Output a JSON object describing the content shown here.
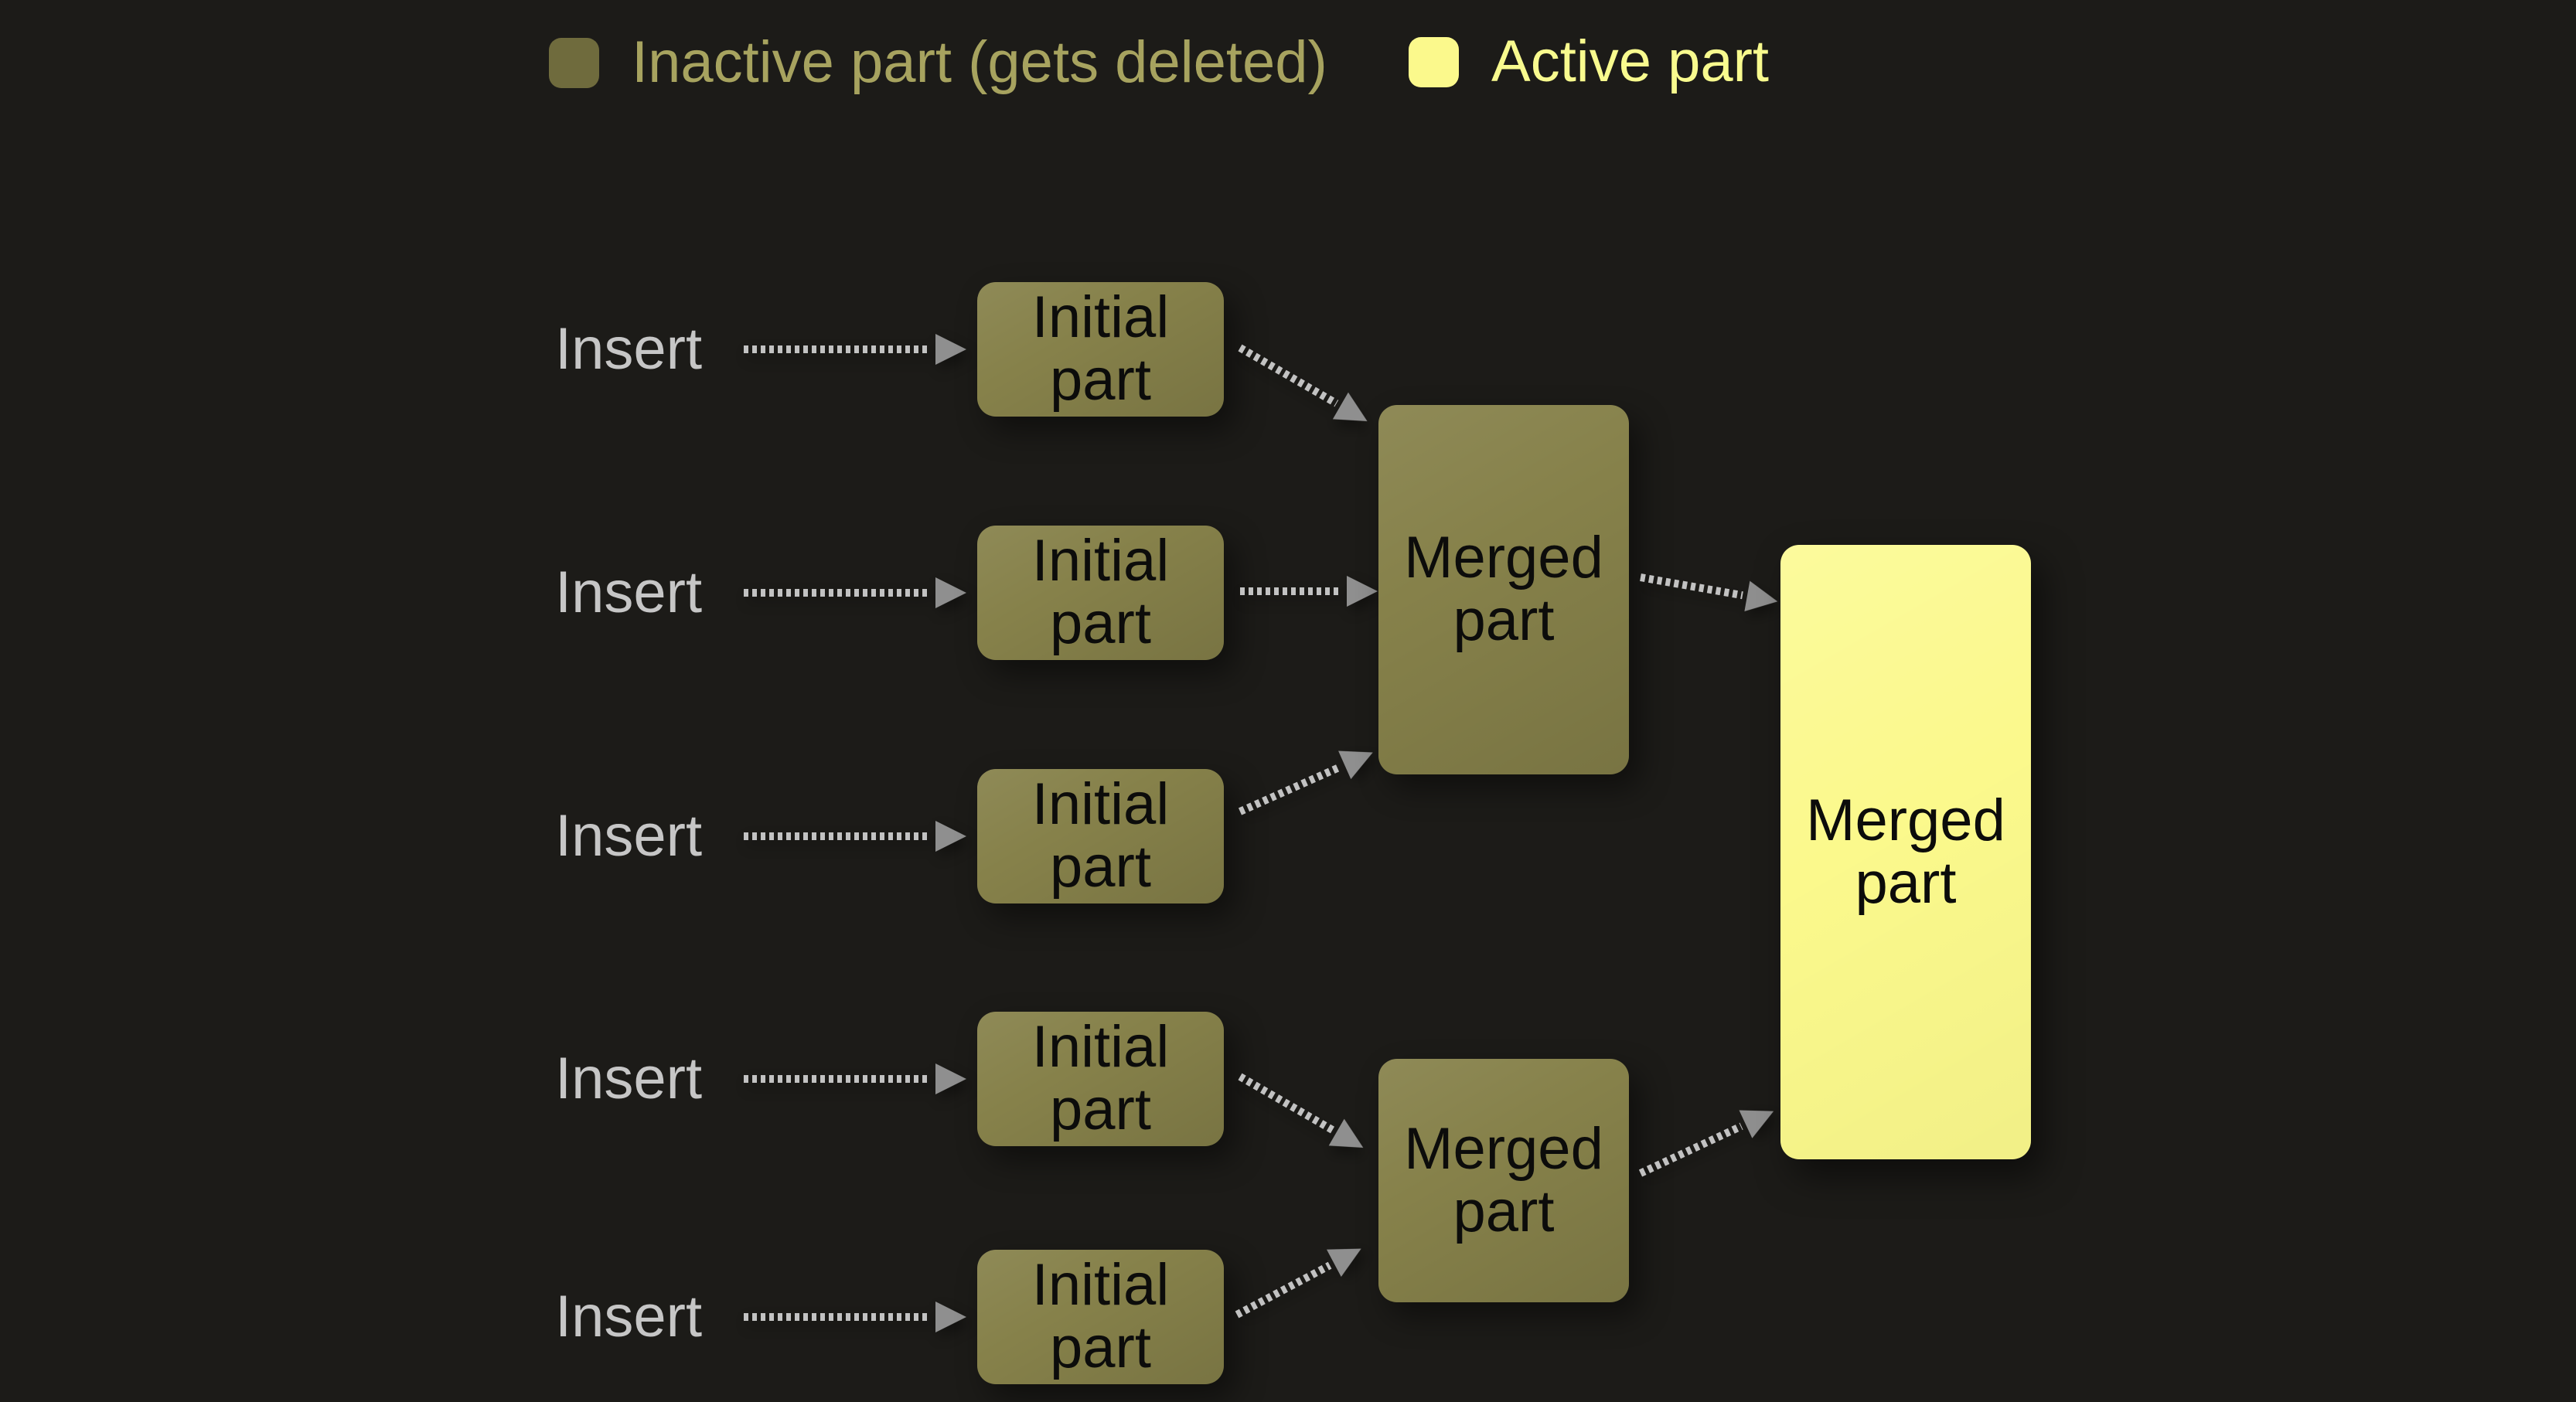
{
  "legend": {
    "items": [
      {
        "label": "Inactive part (gets deleted)"
      },
      {
        "label": "Active part"
      }
    ]
  },
  "rows": [
    {
      "insert_label": "Insert",
      "box_label": "Initial\npart"
    },
    {
      "insert_label": "Insert",
      "box_label": "Initial\npart"
    },
    {
      "insert_label": "Insert",
      "box_label": "Initial\npart"
    },
    {
      "insert_label": "Insert",
      "box_label": "Initial\npart"
    },
    {
      "insert_label": "Insert",
      "box_label": "Initial\npart"
    }
  ],
  "merged_boxes": {
    "top": {
      "label": "Merged\npart"
    },
    "bottom": {
      "label": "Merged\npart"
    },
    "final": {
      "label": "Merged\npart"
    }
  },
  "colors": {
    "background": "#1c1b18",
    "inactive-fill": "#86814a",
    "inactive-swatch": "#6f6b3d",
    "inactive-text": "#a7a35f",
    "active-fill": "#fbf98c",
    "active-text": "#f8fa8e",
    "insert-text": "#c6c6c6",
    "arrow-dash": "#c2c2c2",
    "arrow-head": "#8f8f8f",
    "box-text": "#0c0c0b"
  }
}
